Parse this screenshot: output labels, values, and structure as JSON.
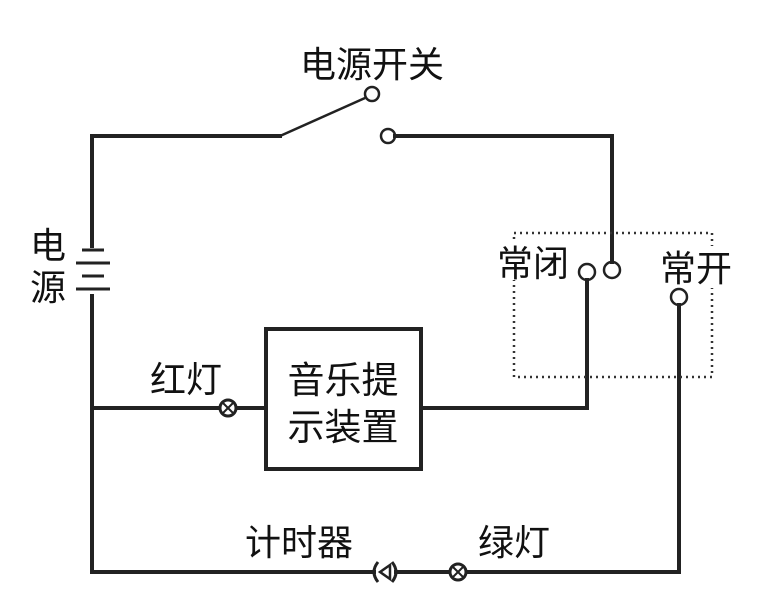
{
  "labels": {
    "power_switch": "电源开关",
    "power_source_1": "电",
    "power_source_2": "源",
    "normally_closed": "常闭",
    "normally_open": "常开",
    "red_lamp": "红灯",
    "music_device_line1": "音乐提",
    "music_device_line2": "示装置",
    "timer": "计时器",
    "green_lamp": "绿灯"
  }
}
